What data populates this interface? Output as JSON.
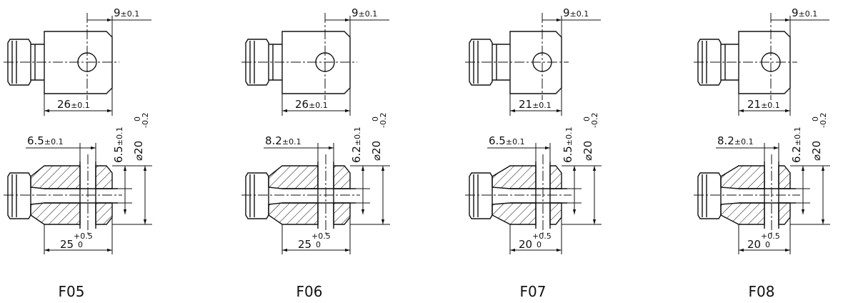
{
  "drawings": [
    {
      "id": "F05",
      "caption": "F05",
      "top_offset": {
        "main": "9",
        "tol": "±0.1"
      },
      "top_length": {
        "main": "26",
        "tol": "±0.1"
      },
      "slot_width": {
        "main": "6.5",
        "tol": "±0.1"
      },
      "slot_height": {
        "main": "6.5",
        "tol": "±0.1"
      },
      "diameter": {
        "main": "⌀20",
        "upper": "0",
        "lower": "-0.2"
      },
      "bore_depth": {
        "main": "25",
        "upper": "+0.5",
        "lower": "0"
      }
    },
    {
      "id": "F06",
      "caption": "F06",
      "top_offset": {
        "main": "9",
        "tol": "±0.1"
      },
      "top_length": {
        "main": "26",
        "tol": "±0.1"
      },
      "slot_width": {
        "main": "8.2",
        "tol": "±0.1"
      },
      "slot_height": {
        "main": "6.2",
        "tol": "±0.1"
      },
      "diameter": {
        "main": "⌀20",
        "upper": "0",
        "lower": "-0.2"
      },
      "bore_depth": {
        "main": "25",
        "upper": "+0.5",
        "lower": "0"
      }
    },
    {
      "id": "F07",
      "caption": "F07",
      "top_offset": {
        "main": "9",
        "tol": "±0.1"
      },
      "top_length": {
        "main": "21",
        "tol": "±0.1"
      },
      "slot_width": {
        "main": "6.5",
        "tol": "±0.1"
      },
      "slot_height": {
        "main": "6.5",
        "tol": "±0.1"
      },
      "diameter": {
        "main": "⌀20",
        "upper": "0",
        "lower": "-0.2"
      },
      "bore_depth": {
        "main": "20",
        "upper": "+0.5",
        "lower": "0"
      }
    },
    {
      "id": "F08",
      "caption": "F08",
      "top_offset": {
        "main": "9",
        "tol": "±0.1"
      },
      "top_length": {
        "main": "21",
        "tol": "±0.1"
      },
      "slot_width": {
        "main": "8.2",
        "tol": "±0.1"
      },
      "slot_height": {
        "main": "6.2",
        "tol": "±0.1"
      },
      "diameter": {
        "main": "⌀20",
        "upper": "0",
        "lower": "-0.2"
      },
      "bore_depth": {
        "main": "20",
        "upper": "+0.5",
        "lower": "0"
      }
    }
  ]
}
